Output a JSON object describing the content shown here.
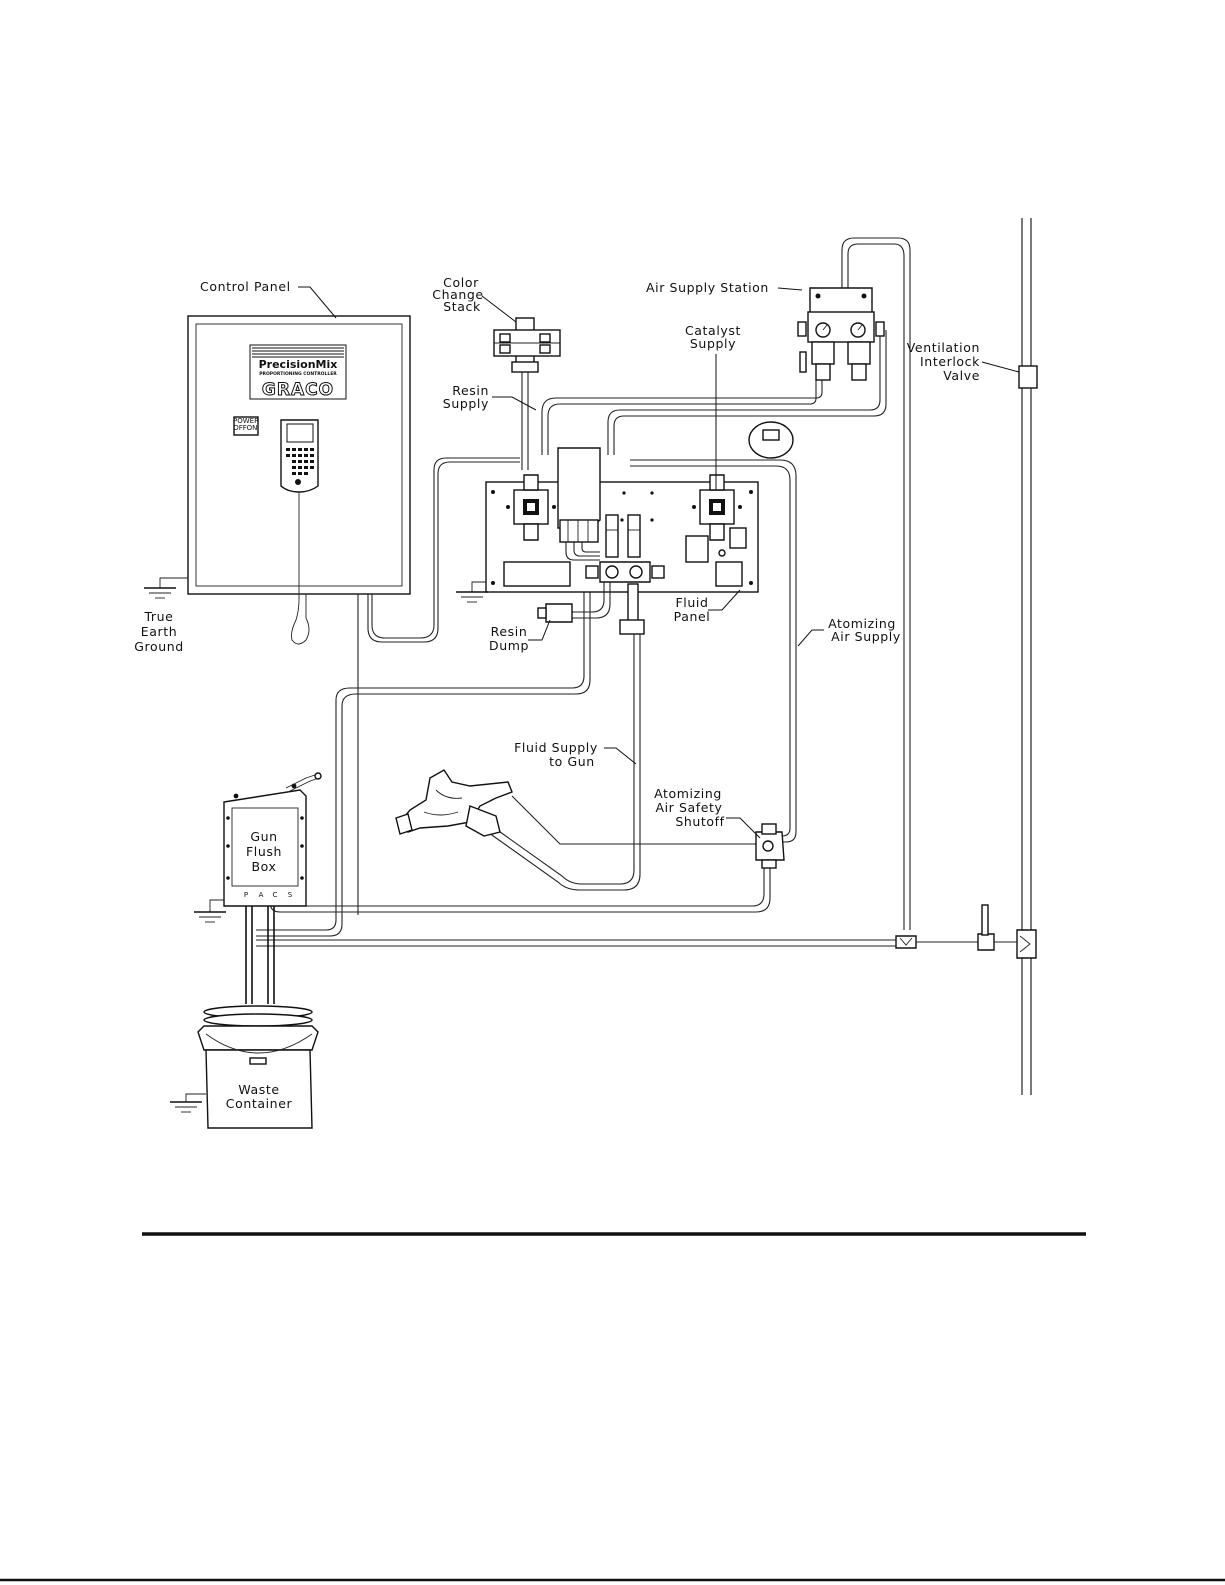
{
  "diagram": {
    "labels": {
      "control_panel": [
        "Control Panel"
      ],
      "color_change_stack": [
        "Color",
        "Change",
        "Stack"
      ],
      "air_supply_station": [
        "Air Supply Station"
      ],
      "catalyst_supply": [
        "Catalyst",
        "Supply"
      ],
      "ventilation_interlock_valve": [
        "Ventilation",
        "Interlock",
        "Valve"
      ],
      "resin_supply": [
        "Resin",
        "Supply"
      ],
      "true_earth_ground": [
        "True",
        "Earth",
        "Ground"
      ],
      "resin_dump": [
        "Resin",
        "Dump"
      ],
      "fluid_panel": [
        "Fluid",
        "Panel"
      ],
      "atomizing_air_supply": [
        "Atomizing",
        "Air Supply"
      ],
      "fluid_supply_to_gun": [
        "Fluid Supply",
        "to Gun"
      ],
      "atomizing_air_safety_shutoff": [
        "Atomizing",
        "Air Safety",
        "Shutoff"
      ],
      "gun_flush_box": [
        "Gun",
        "Flush",
        "Box"
      ],
      "gun_flush_box_ports": [
        "P",
        "A",
        "C",
        "S"
      ],
      "waste_container": [
        "Waste",
        "Container"
      ]
    },
    "logo": {
      "product": "PrecisionMix",
      "subtitle": "PROPORTIONING CONTROLLER",
      "brand": "GRACO"
    },
    "power_switch": {
      "title": "POWER",
      "off": "OFF",
      "on": "ON"
    }
  }
}
